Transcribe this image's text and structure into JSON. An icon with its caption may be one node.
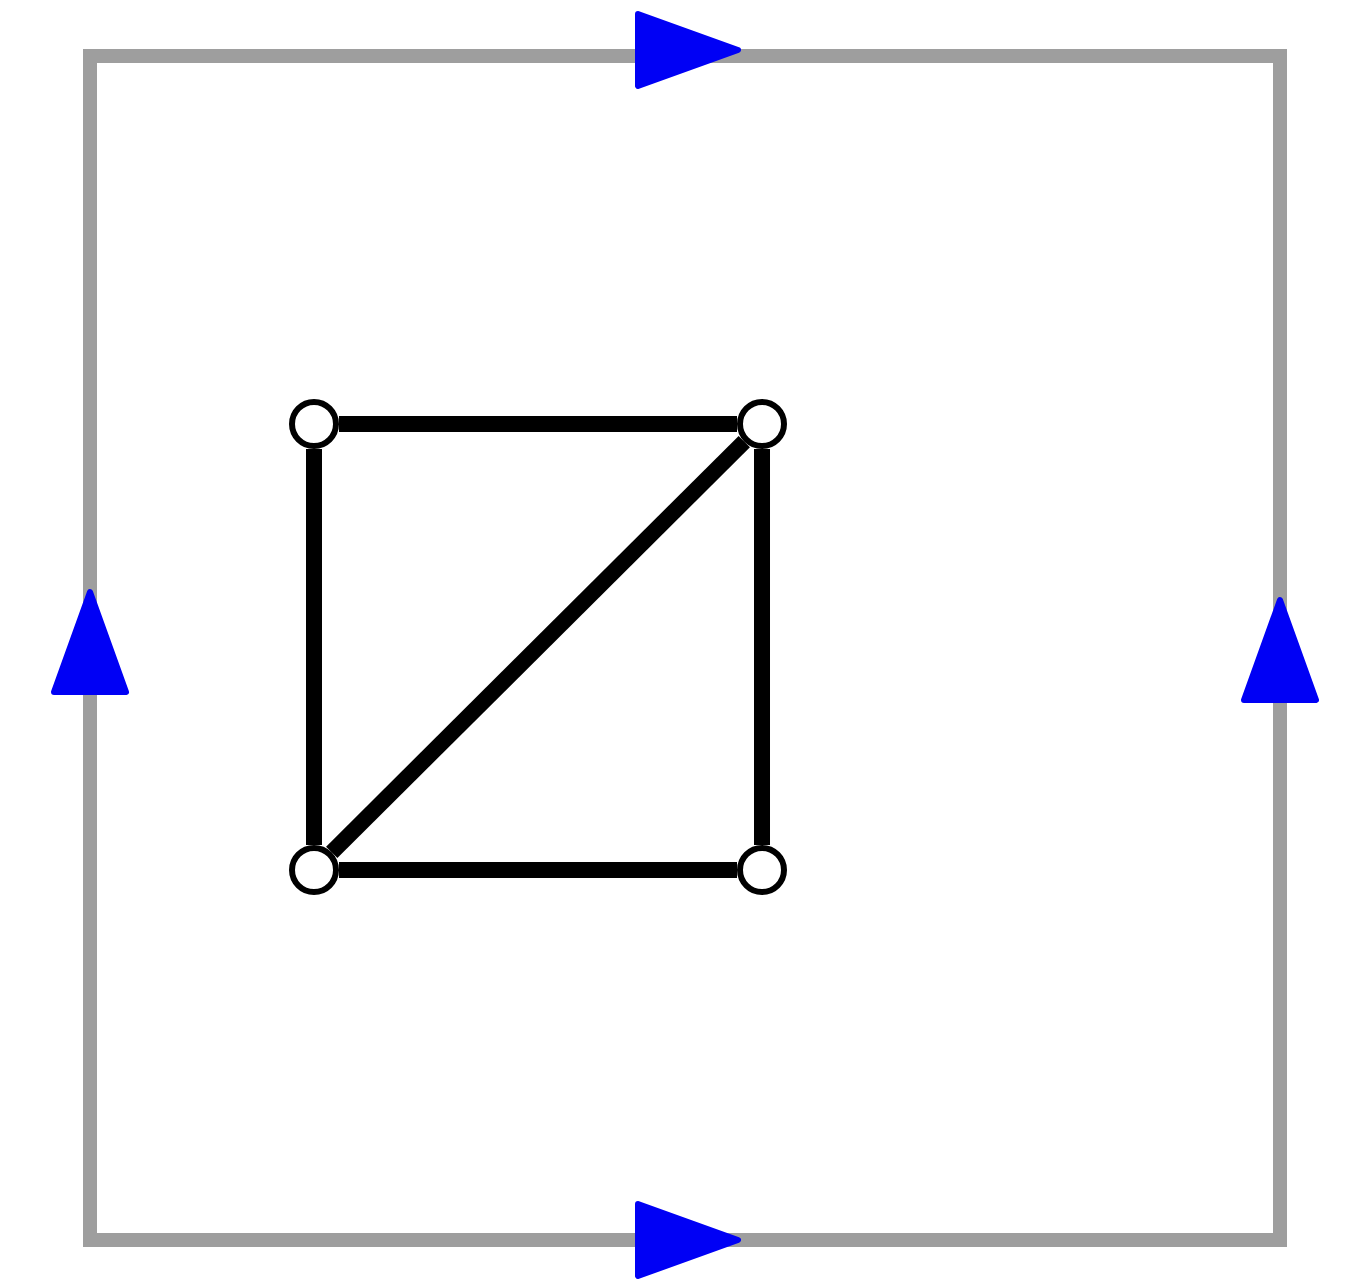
{
  "diagram": {
    "nodes": [
      {
        "text": [],
        "shape": "circle"
      },
      {
        "text": [],
        "shape": "circle"
      },
      {
        "text": [],
        "shape": "circle"
      },
      {
        "text": [],
        "shape": "circle"
      }
    ],
    "edges": [
      {
        "from": 0,
        "to": 1,
        "arrow": "none"
      },
      {
        "from": 0,
        "to": 2,
        "arrow": "none"
      },
      {
        "from": 1,
        "to": 3,
        "arrow": "none"
      },
      {
        "from": 2,
        "to": 3,
        "arrow": "none"
      },
      {
        "from": 2,
        "to": 1,
        "arrow": "none"
      }
    ]
  }
}
